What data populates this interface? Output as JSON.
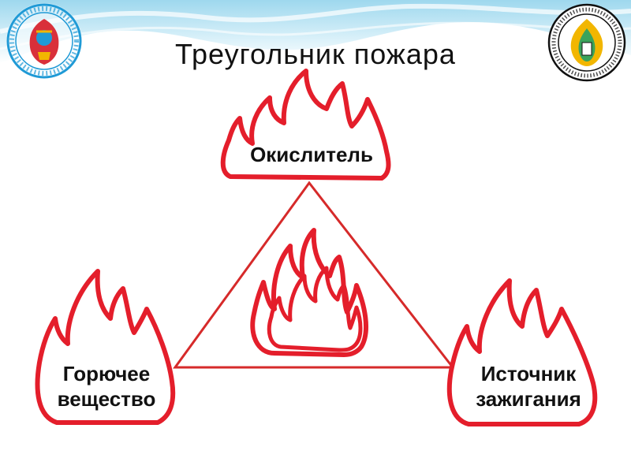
{
  "slide": {
    "title": "Треугольник пожара"
  },
  "nodes": {
    "top": "Окислитель",
    "left_line1": "Горючее",
    "left_line2": "вещество",
    "right_line1": "Источник",
    "right_line2": "зажигания"
  },
  "colors": {
    "flame_outline": "#e41e2b",
    "triangle": "#d62a2a",
    "header_wave": "#7cc8e6",
    "emblem_blue": "#1f9ad6",
    "emblem_gold": "#f2b600"
  },
  "logos": {
    "left_emblem": "university-emblem-icon",
    "right_emblem": "fire-safety-emblem-icon"
  }
}
